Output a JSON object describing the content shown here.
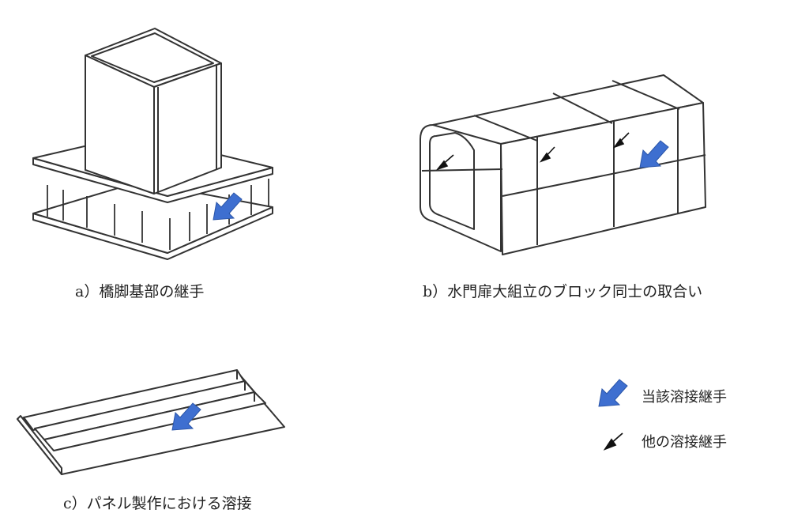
{
  "captions": {
    "a": "a）橋脚基部の継手",
    "b": "b）水門扉大組立のブロック同士の取合い",
    "c": "c）パネル製作における溶接"
  },
  "legend": {
    "target_joint": "当該溶接継手",
    "other_joint": "他の溶接継手"
  },
  "colors": {
    "target_arrow": "#3e6fd0",
    "other_arrow": "#111111",
    "line": "#333333"
  }
}
